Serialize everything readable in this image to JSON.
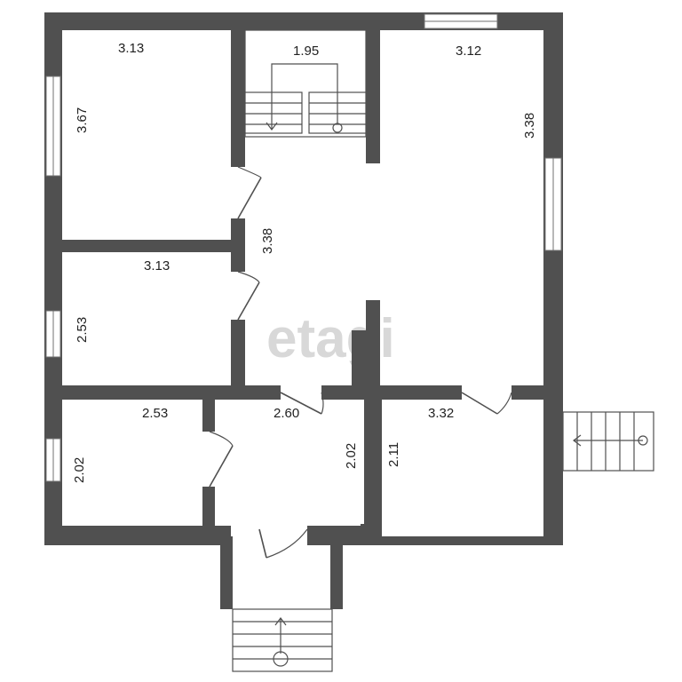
{
  "watermark": "etagi",
  "colors": {
    "wall": "#505050",
    "background": "#ffffff",
    "text": "#222222"
  },
  "labels": {
    "room1_width": "3.13",
    "room1_height": "3.67",
    "stair_width": "1.95",
    "hall_length": "3.38",
    "room2_width": "3.12",
    "room2_height": "3.38",
    "room3_width": "3.13",
    "room3_height": "2.53",
    "room4_width": "2.53",
    "room4_height": "2.02",
    "vestibule_width": "2.60",
    "vestibule_height": "2.02",
    "room5_width": "3.32",
    "room5_height": "2.11"
  }
}
